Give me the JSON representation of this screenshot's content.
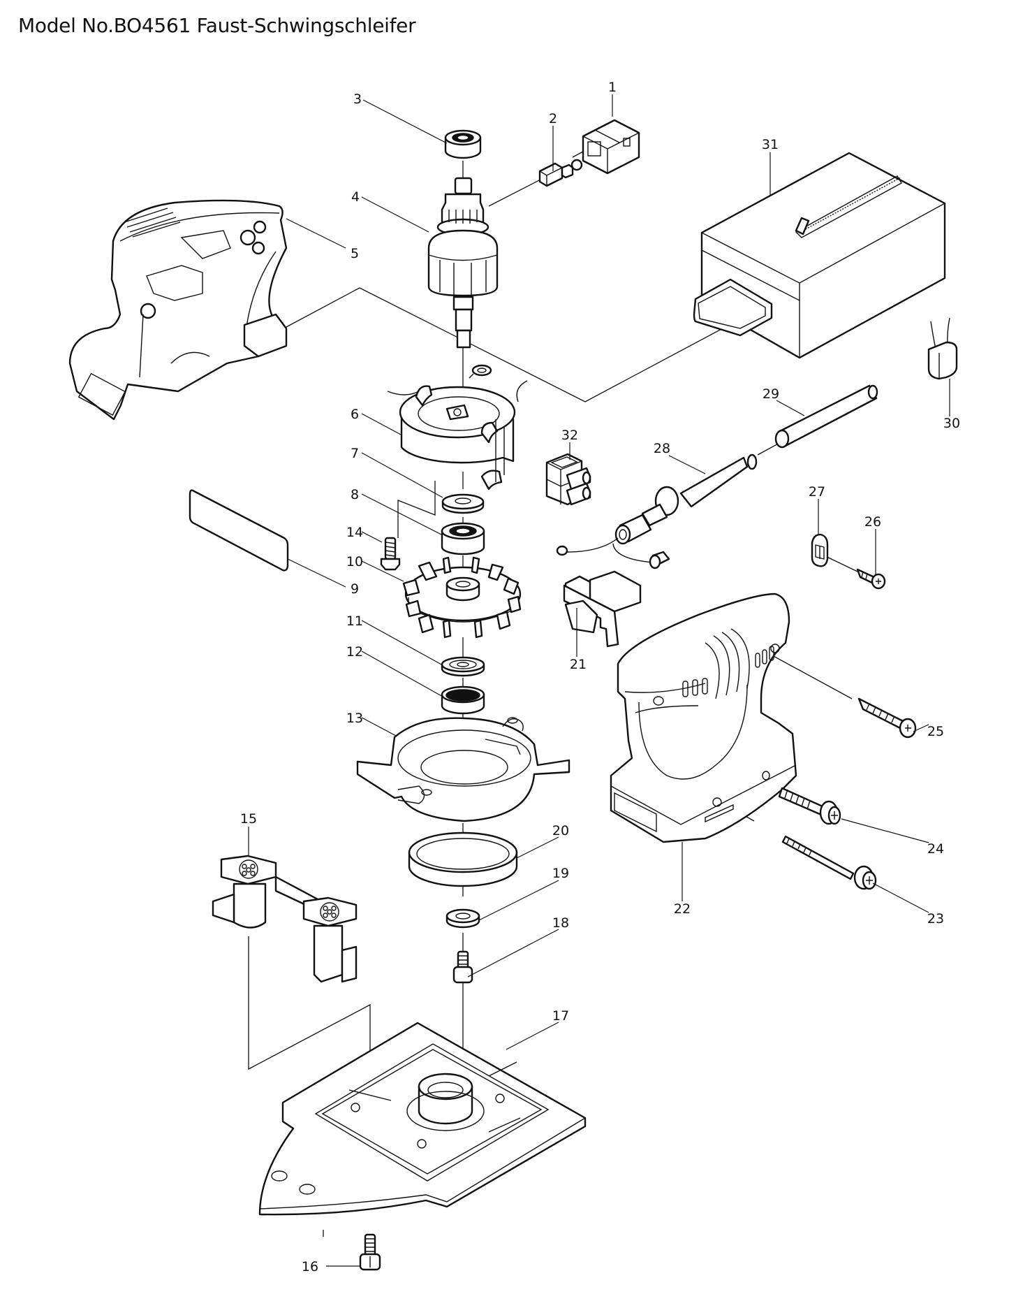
{
  "title": "Model No.BO4561 Faust-Schwingschleifer",
  "diagram": {
    "type": "exploded-parts-diagram",
    "parts": [
      {
        "no": "1",
        "icon": "brush-holder-icon"
      },
      {
        "no": "2",
        "icon": "carbon-brush-icon"
      },
      {
        "no": "3",
        "icon": "ball-bearing-icon"
      },
      {
        "no": "4",
        "icon": "armature-icon"
      },
      {
        "no": "5",
        "icon": "housing-half-icon"
      },
      {
        "no": "6",
        "icon": "field-stator-icon"
      },
      {
        "no": "7",
        "icon": "washer-icon"
      },
      {
        "no": "8",
        "icon": "ball-bearing-icon"
      },
      {
        "no": "9",
        "icon": "name-plate-icon"
      },
      {
        "no": "10",
        "icon": "fan-icon"
      },
      {
        "no": "11",
        "icon": "washer-icon"
      },
      {
        "no": "12",
        "icon": "ball-bearing-icon"
      },
      {
        "no": "13",
        "icon": "bearing-box-icon"
      },
      {
        "no": "14",
        "icon": "screw-icon"
      },
      {
        "no": "15",
        "icon": "rubber-support-icon"
      },
      {
        "no": "16",
        "icon": "screw-icon"
      },
      {
        "no": "17",
        "icon": "pad-icon"
      },
      {
        "no": "18",
        "icon": "screw-icon"
      },
      {
        "no": "19",
        "icon": "flat-washer-icon"
      },
      {
        "no": "20",
        "icon": "ring-icon"
      },
      {
        "no": "21",
        "icon": "switch-icon"
      },
      {
        "no": "22",
        "icon": "housing-icon"
      },
      {
        "no": "23",
        "icon": "long-screw-icon"
      },
      {
        "no": "24",
        "icon": "screw-icon"
      },
      {
        "no": "25",
        "icon": "tapping-screw-icon"
      },
      {
        "no": "26",
        "icon": "tapping-screw-icon"
      },
      {
        "no": "27",
        "icon": "strain-relief-icon"
      },
      {
        "no": "28",
        "icon": "cord-guard-icon"
      },
      {
        "no": "29",
        "icon": "power-cord-icon"
      },
      {
        "no": "30",
        "icon": "noise-suppressor-icon"
      },
      {
        "no": "31",
        "icon": "dust-bag-icon"
      },
      {
        "no": "32",
        "icon": "terminal-block-icon"
      }
    ]
  }
}
